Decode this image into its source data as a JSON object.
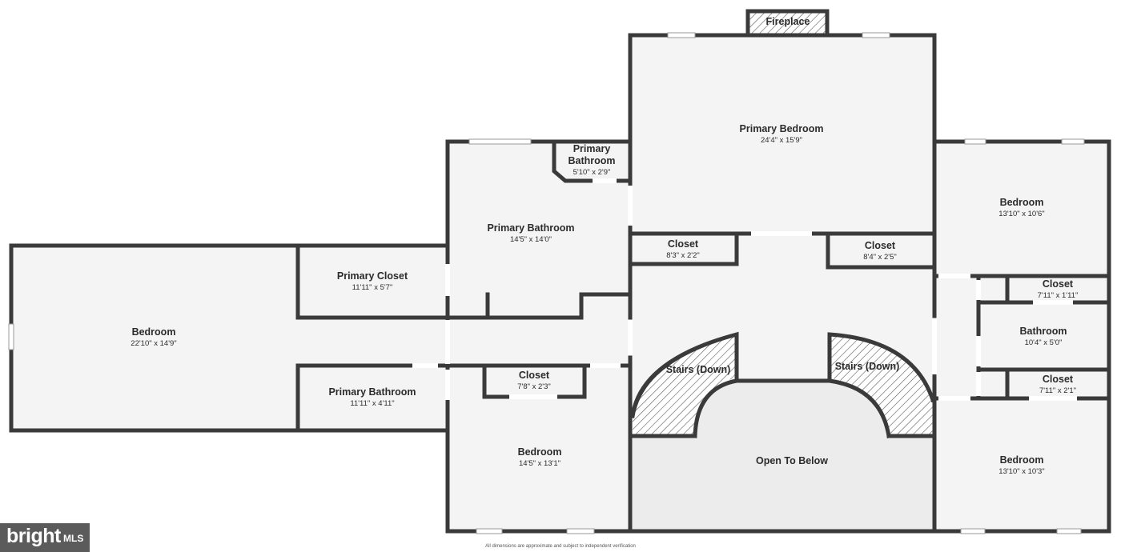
{
  "rooms": {
    "fireplace": {
      "name": "Fireplace"
    },
    "primary_bedroom": {
      "name": "Primary Bedroom",
      "dims": "24'4\" x 15'9\""
    },
    "primary_bath_small": {
      "name_line1": "Primary",
      "name_line2": "Bathroom",
      "dims": "5'10\" x 2'9\""
    },
    "primary_bath_main": {
      "name": "Primary Bathroom",
      "dims": "14'5\" x 14'0\""
    },
    "closet_a": {
      "name": "Closet",
      "dims": "8'3\" x 2'2\""
    },
    "closet_b": {
      "name": "Closet",
      "dims": "8'4\" x 2'5\""
    },
    "bedroom_ne": {
      "name": "Bedroom",
      "dims": "13'10\" x 10'6\""
    },
    "primary_closet": {
      "name": "Primary Closet",
      "dims": "11'11\" x 5'7\""
    },
    "bedroom_w": {
      "name": "Bedroom",
      "dims": "22'10\" x 14'9\""
    },
    "closet_c": {
      "name": "Closet",
      "dims": "7'11\" x 1'11\""
    },
    "bathroom_e": {
      "name": "Bathroom",
      "dims": "10'4\" x 5'0\""
    },
    "closet_d": {
      "name": "Closet",
      "dims": "7'8\" x 2'3\""
    },
    "stairs_left": {
      "name": "Stairs (Down)"
    },
    "stairs_right": {
      "name": "Stairs (Down)"
    },
    "closet_e": {
      "name": "Closet",
      "dims": "7'11\" x 2'1\""
    },
    "primary_bath_lower": {
      "name": "Primary Bathroom",
      "dims": "11'11\" x 4'11\""
    },
    "bedroom_s": {
      "name": "Bedroom",
      "dims": "14'5\" x 13'1\""
    },
    "open_to_below": {
      "name": "Open To Below"
    },
    "bedroom_se": {
      "name": "Bedroom",
      "dims": "13'10\" x 10'3\""
    }
  },
  "logo": {
    "brand": "bright",
    "suffix": "MLS"
  },
  "disclaimer": "All dimensions are approximate and subject to independent verification"
}
